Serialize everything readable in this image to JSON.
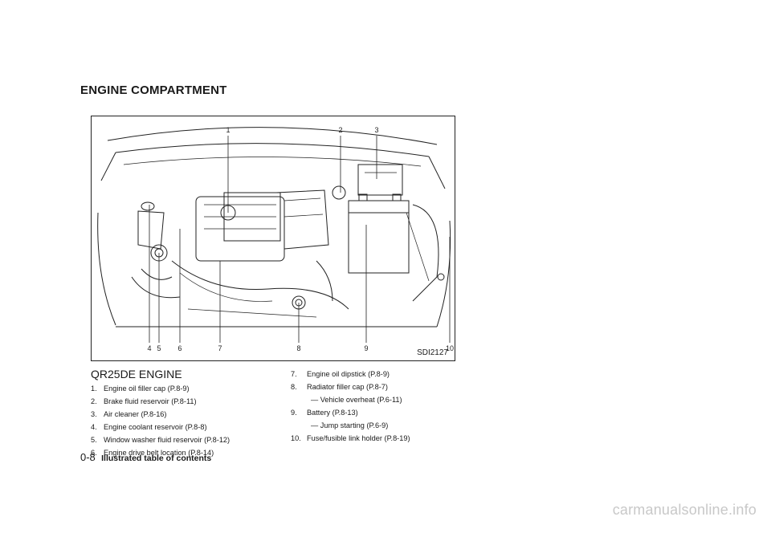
{
  "section_title": "ENGINE COMPARTMENT",
  "figure": {
    "id": "SDI2127",
    "callouts": [
      "1",
      "2",
      "3",
      "4",
      "5",
      "6",
      "7",
      "8",
      "9",
      "10"
    ]
  },
  "engine_heading": "QR25DE ENGINE",
  "items_left": [
    {
      "num": "1.",
      "text": "Engine oil filler cap (P.8-9)"
    },
    {
      "num": "2.",
      "text": "Brake fluid reservoir (P.8-11)"
    },
    {
      "num": "3.",
      "text": "Air cleaner (P.8-16)"
    },
    {
      "num": "4.",
      "text": "Engine coolant reservoir (P.8-8)"
    },
    {
      "num": "5.",
      "text": "Window washer fluid reservoir (P.8-12)"
    },
    {
      "num": "6.",
      "text": "Engine drive belt location (P.8-14)"
    }
  ],
  "items_right": [
    {
      "num": "7.",
      "text": "Engine oil dipstick (P.8-9)",
      "sub": ""
    },
    {
      "num": "8.",
      "text": "Radiator filler cap (P.8-7)",
      "sub": "— Vehicle overheat (P.6-11)"
    },
    {
      "num": "9.",
      "text": "Battery (P.8-13)",
      "sub": "— Jump starting (P.6-9)"
    },
    {
      "num": "10.",
      "text": "Fuse/fusible link holder (P.8-19)",
      "sub": ""
    }
  ],
  "footer": {
    "page": "0-8",
    "label": "Illustrated table of contents"
  },
  "watermark": "carmanualsonline.info"
}
